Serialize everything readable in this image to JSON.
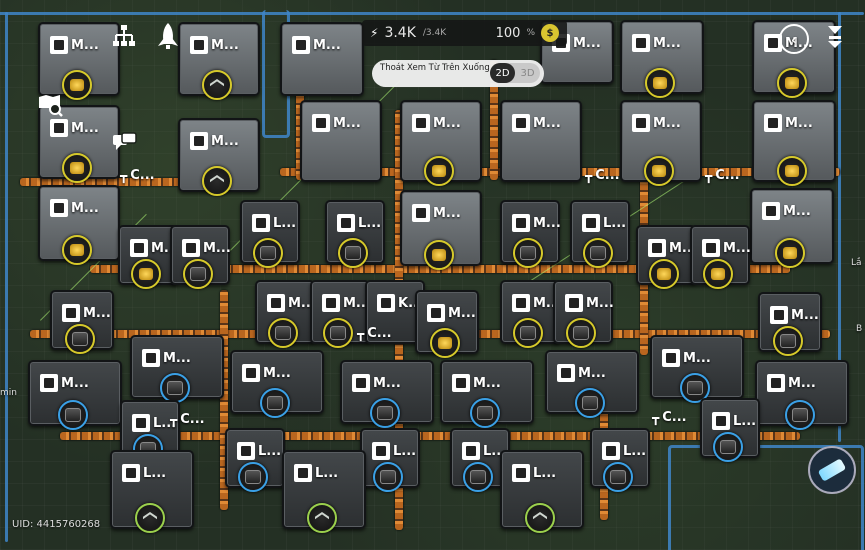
{
  "hud": {
    "power_value": "3.4K",
    "power_capacity": "/3.4K",
    "efficiency_value": "100",
    "efficiency_unit": "%",
    "tooltip_text": "Thoát Xem Từ Trên Xuống",
    "view_2d_label": "2D",
    "view_3d_label": "3D",
    "uid_label": "UID: 4415760268",
    "side_right_1": "Lắ",
    "side_right_2": "B",
    "side_left": "min"
  },
  "icons": {
    "power": "bolt-icon",
    "coin": "coin-icon",
    "back": "back-arrow-icon",
    "hierarchy": "hierarchy-icon",
    "rocket": "rocket-icon",
    "map_search": "map-search-icon",
    "chat": "chat-icon",
    "sort": "sort-icon",
    "gem": "crystal-icon"
  },
  "colors": {
    "belt": "#e08a35",
    "pipe": "#3f86c9",
    "ring_yellow": "#d6c92a",
    "ring_blue": "#3aa0e6",
    "ring_green": "#9bd04c"
  },
  "building_labels": {
    "m": "M...",
    "l": "L...",
    "c": "C...",
    "k": "K..."
  }
}
